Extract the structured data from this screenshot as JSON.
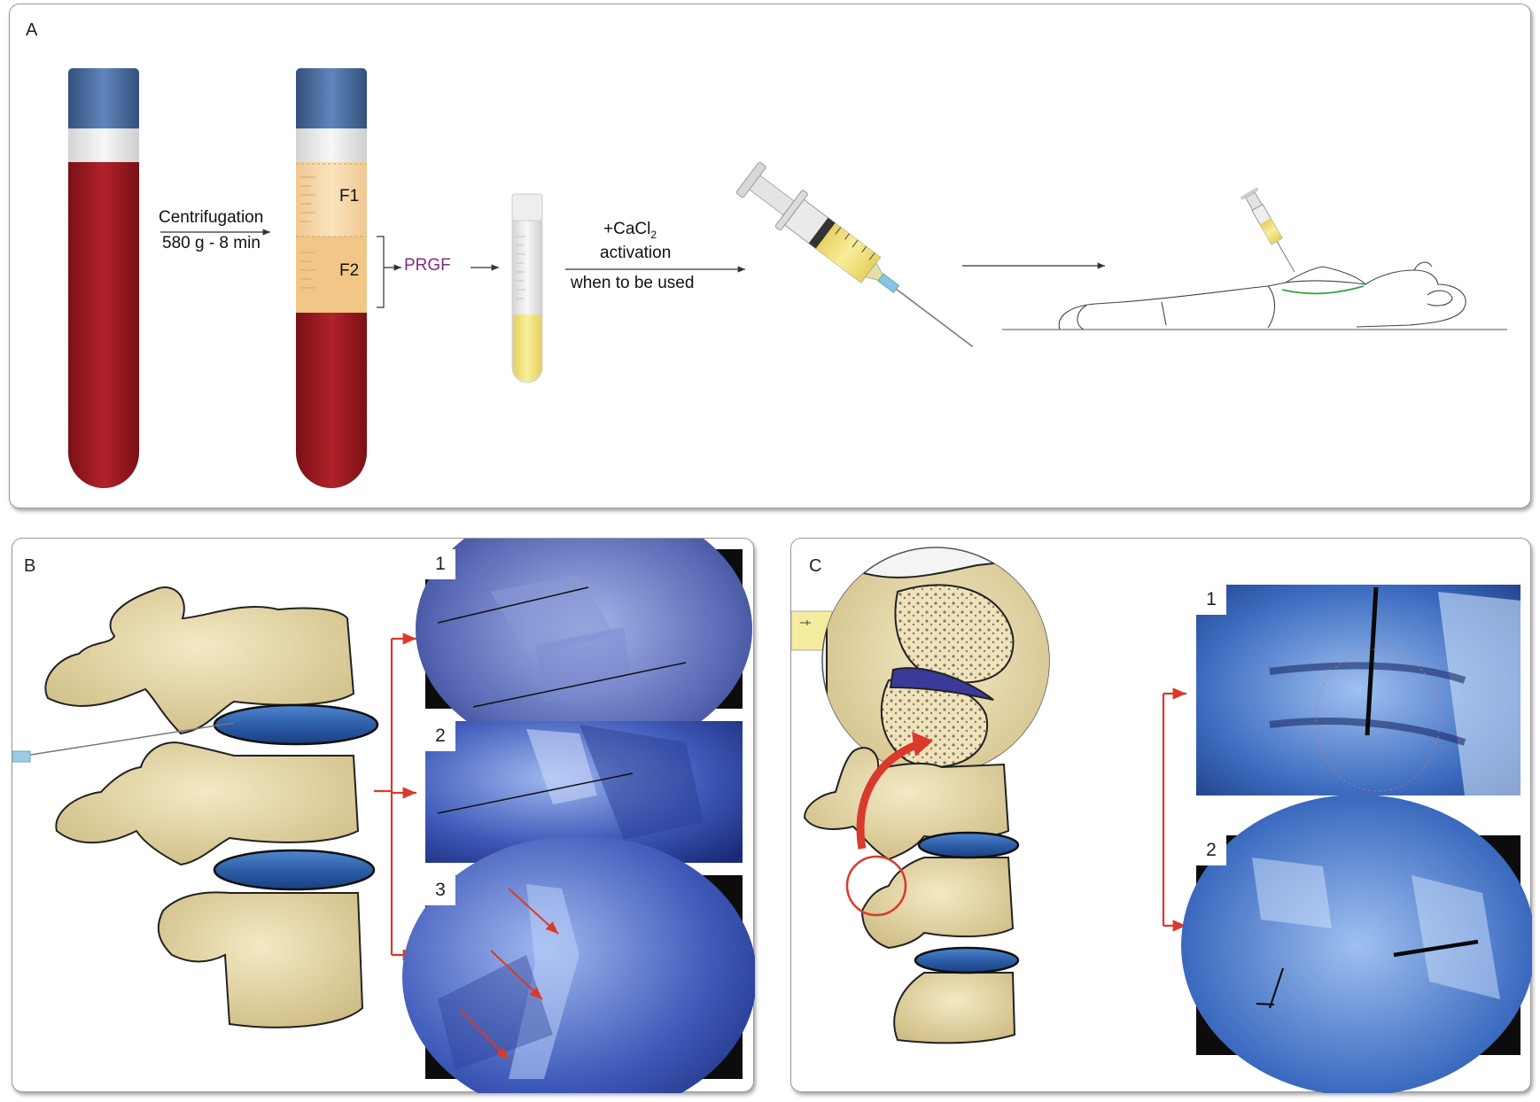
{
  "panels": {
    "a": {
      "label": "A"
    },
    "b": {
      "label": "B"
    },
    "c": {
      "label": "C"
    }
  },
  "steps": {
    "centrifugation": "Centrifugation",
    "centrifugation_params": "580 g - 8 min",
    "fraction1": "F1",
    "fraction2": "F2",
    "prgf": "PRGF",
    "cacl_prefix": "+CaCl",
    "cacl_subscript": "2",
    "activation": "activation",
    "when_used": "when to be used"
  },
  "xray_labels": {
    "b": [
      "1",
      "2",
      "3"
    ],
    "c": [
      "1",
      "2"
    ]
  },
  "colors": {
    "blood": "#9c1b22",
    "cap": "#4a6fa0",
    "plasma": "#f6d9a8",
    "prgf_text": "#7b2d84",
    "disc": "#2d5fa8",
    "bone": "#e9dcae",
    "red_arrow": "#d93a2b",
    "xray": "#3f4fa0"
  }
}
